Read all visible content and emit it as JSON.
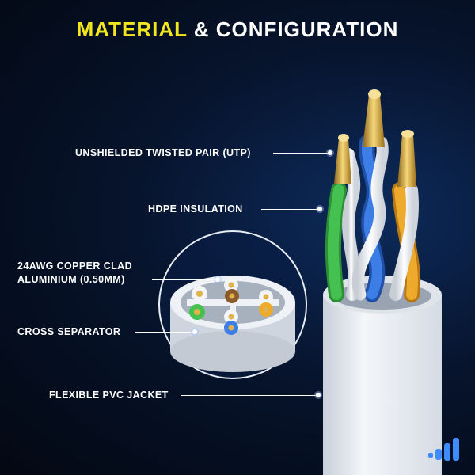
{
  "title": {
    "highlight": "MATERIAL",
    "rest": "& CONFIGURATION"
  },
  "labels": {
    "utp": "UNSHIELDED TWISTED PAIR (UTP)",
    "hdpe": "HDPE INSULATION",
    "copper_line1": "24AWG COPPER CLAD",
    "copper_line2": "ALUMINIUM (0.50MM)",
    "separator": "CROSS SEPARATOR",
    "jacket": "FLEXIBLE PVC JACKET"
  },
  "colors": {
    "highlight": "#f4e61c",
    "pair_green": "#3fb84b",
    "pair_blue": "#2f6fd6",
    "pair_orange": "#e8a227",
    "pair_brown": "#8a5a2b",
    "jacket": "#e9edf3",
    "copper": "#d6a737"
  },
  "logo": {
    "icon": "signal-bars-logo-icon"
  }
}
